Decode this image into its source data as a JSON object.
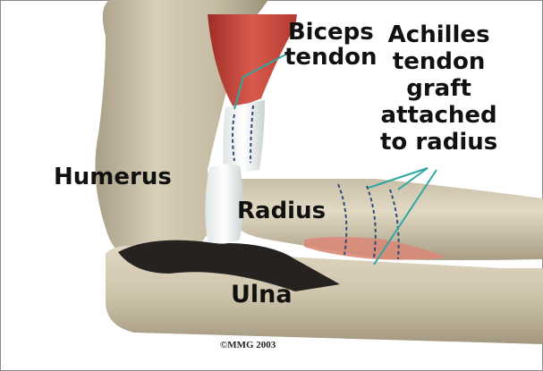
{
  "labels": {
    "humerus": "Humerus",
    "radius": "Radius",
    "ulna": "Ulna",
    "biceps_line1": "Biceps",
    "biceps_line2": "tendon",
    "achilles_line1": "Achilles",
    "achilles_line2": "tendon",
    "achilles_line3": "graft",
    "achilles_line4": "attached",
    "achilles_line5": "to radius"
  },
  "copyright": "©MMG 2003",
  "colors": {
    "bone": "#d9cdb2",
    "muscle": "#c8443a",
    "tendon": "#eef1ee",
    "leader_line": "#2fa6a0",
    "background": "#ffffff"
  }
}
